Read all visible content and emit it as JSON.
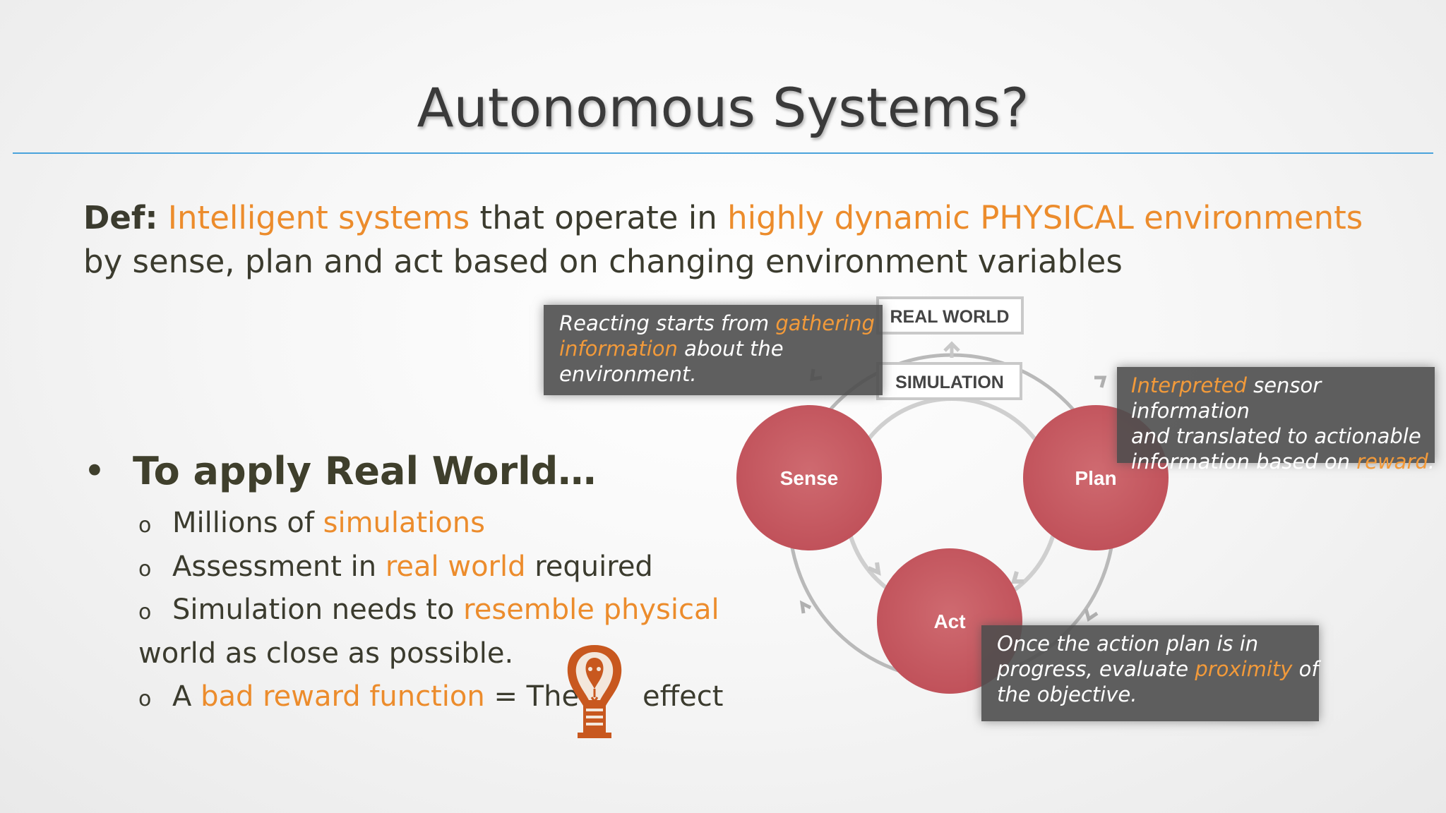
{
  "title": "Autonomous Systems?",
  "definition": {
    "label": "Def:",
    "part1": "Intelligent systems",
    "part2": " that operate in ",
    "part3": "highly dynamic PHYSICAL environments",
    "line2": "by sense, plan and act based on changing environment variables"
  },
  "bullets": {
    "heading": "To apply Real World…",
    "items": [
      {
        "pre": "Millions of ",
        "hl": "simulations",
        "post": ""
      },
      {
        "pre": "Assessment in ",
        "hl": "real world",
        "post": " required"
      },
      {
        "pre": "Simulation needs to ",
        "hl": "resemble physical",
        "post": ""
      },
      {
        "cont": "world as close as possible."
      },
      {
        "pre": "A ",
        "hl": "bad reward function",
        "post": " = The",
        "after_icon": "effect"
      }
    ],
    "icon": "cobra-icon"
  },
  "diagram": {
    "real_world": "REAL WORLD",
    "simulation": "SIMULATION",
    "sense": "Sense",
    "plan": "Plan",
    "act": "Act"
  },
  "callouts": {
    "sense": {
      "a": "Reacting starts from ",
      "hl": "gathering",
      "b_hl": "information",
      "c": " about the",
      "d": "environment."
    },
    "plan": {
      "hl": "Interpreted",
      "a": " sensor information",
      "b": "and translated to actionable",
      "c": "information based on ",
      "hl2": "reward",
      "d": "."
    },
    "act": {
      "a": "Once the action plan is in",
      "b": "progress, evaluate ",
      "hl": "proximity",
      "c": " of",
      "d": "the objective."
    }
  },
  "colors": {
    "accent": "#ec8c2c",
    "rule": "#4aa3dc",
    "circle": "#c95a62",
    "callout_bg": "#4e4e4e"
  }
}
